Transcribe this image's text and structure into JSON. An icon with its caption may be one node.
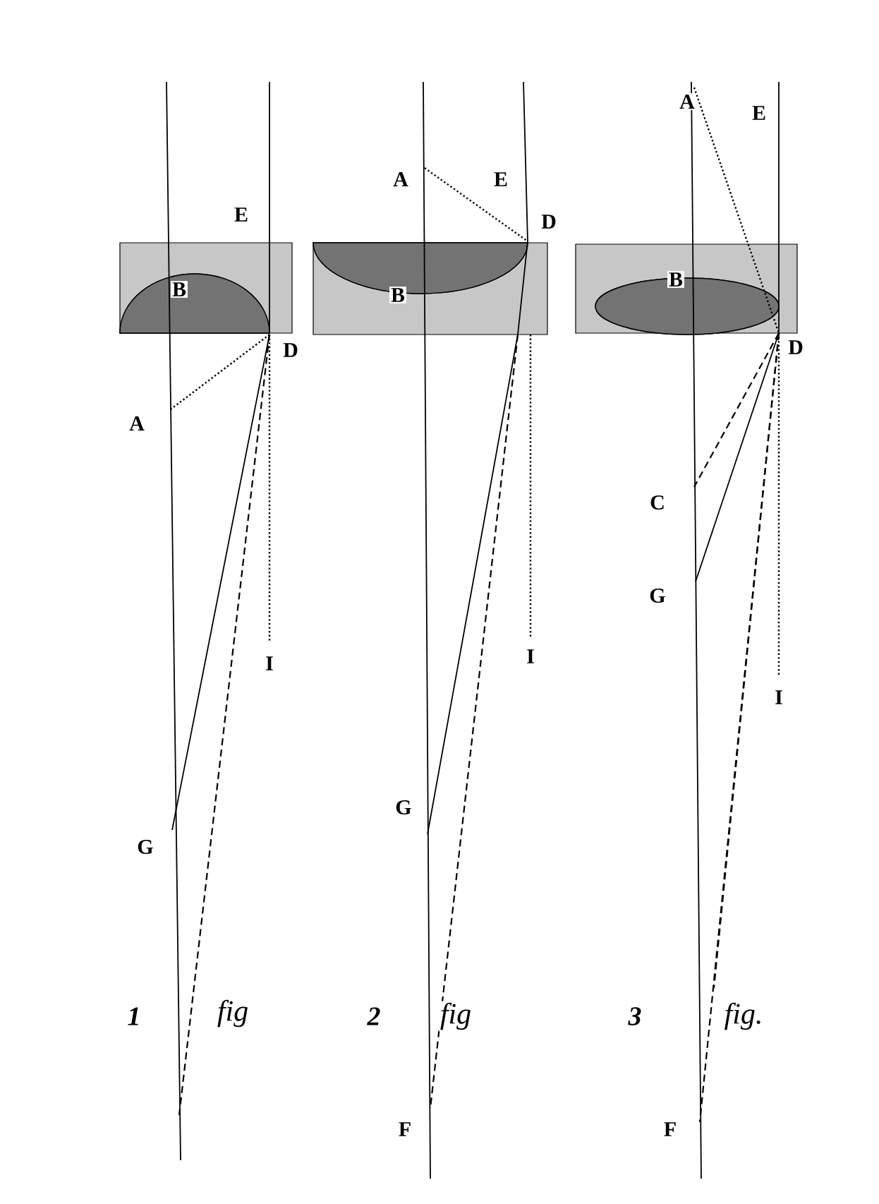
{
  "diagram": {
    "labels": [
      "E",
      "B",
      "D",
      "A",
      "I",
      "G",
      "1",
      "fig",
      "A",
      "E",
      "D",
      "B",
      "I",
      "G",
      "2",
      "fig",
      "F",
      "A",
      "E",
      "B",
      "D",
      "C",
      "G",
      "I",
      "3",
      "fig.",
      "F"
    ]
  }
}
